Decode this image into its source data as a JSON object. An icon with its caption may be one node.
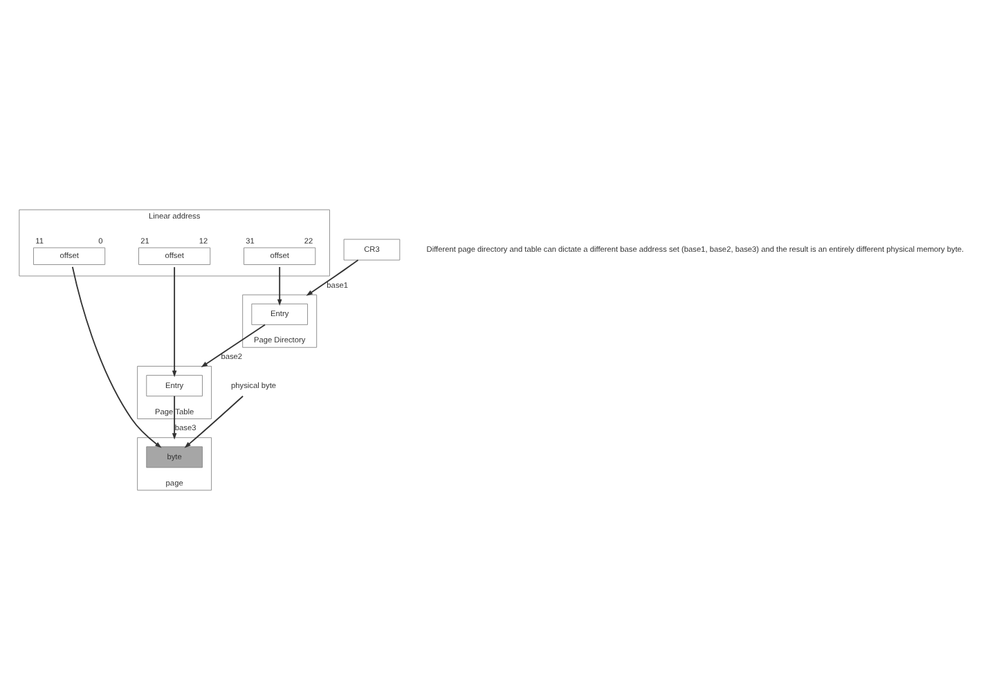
{
  "diagram": {
    "nodes": [
      {
        "text": [
          "Linear address"
        ]
      },
      {
        "text": [
          "offset"
        ],
        "in": 0,
        "beside": [
          "31",
          "22"
        ]
      },
      {
        "text": [
          "offset"
        ],
        "in": 0,
        "beside": [
          "21",
          "12"
        ]
      },
      {
        "text": [
          "offset"
        ],
        "in": 0,
        "beside": [
          "11",
          "0"
        ]
      },
      {
        "text": [
          "Page Directory"
        ]
      },
      {
        "text": [
          "Entry"
        ],
        "in": 4
      },
      {
        "text": [
          "Page Table"
        ]
      },
      {
        "text": [
          "Entry"
        ],
        "in": 6
      },
      {
        "text": [
          "page"
        ]
      },
      {
        "text": [
          "byte"
        ],
        "in": 8
      },
      {
        "text": [
          "CR3"
        ]
      },
      {
        "text": [
          "physical byte"
        ]
      }
    ],
    "edges": [
      {
        "from": 1,
        "to": 5,
        "arrow": "to"
      },
      {
        "from": 2,
        "to": 7,
        "arrow": "to"
      },
      {
        "from": 3,
        "to": 9,
        "arrow": "to"
      },
      {
        "from": 10,
        "to": 4,
        "arrow": "to",
        "label": "base1"
      },
      {
        "from": 5,
        "to": 6,
        "arrow": "to",
        "label": "base2"
      },
      {
        "from": 7,
        "to": 8,
        "arrow": "to",
        "label": "base3"
      },
      {
        "from": 11,
        "to": 9,
        "arrow": "to"
      }
    ],
    "labels": [
      "Different page directory and table can dictate a different base address set (base1, base2, base3) and the result is an entirely different physical memory byte."
    ]
  }
}
